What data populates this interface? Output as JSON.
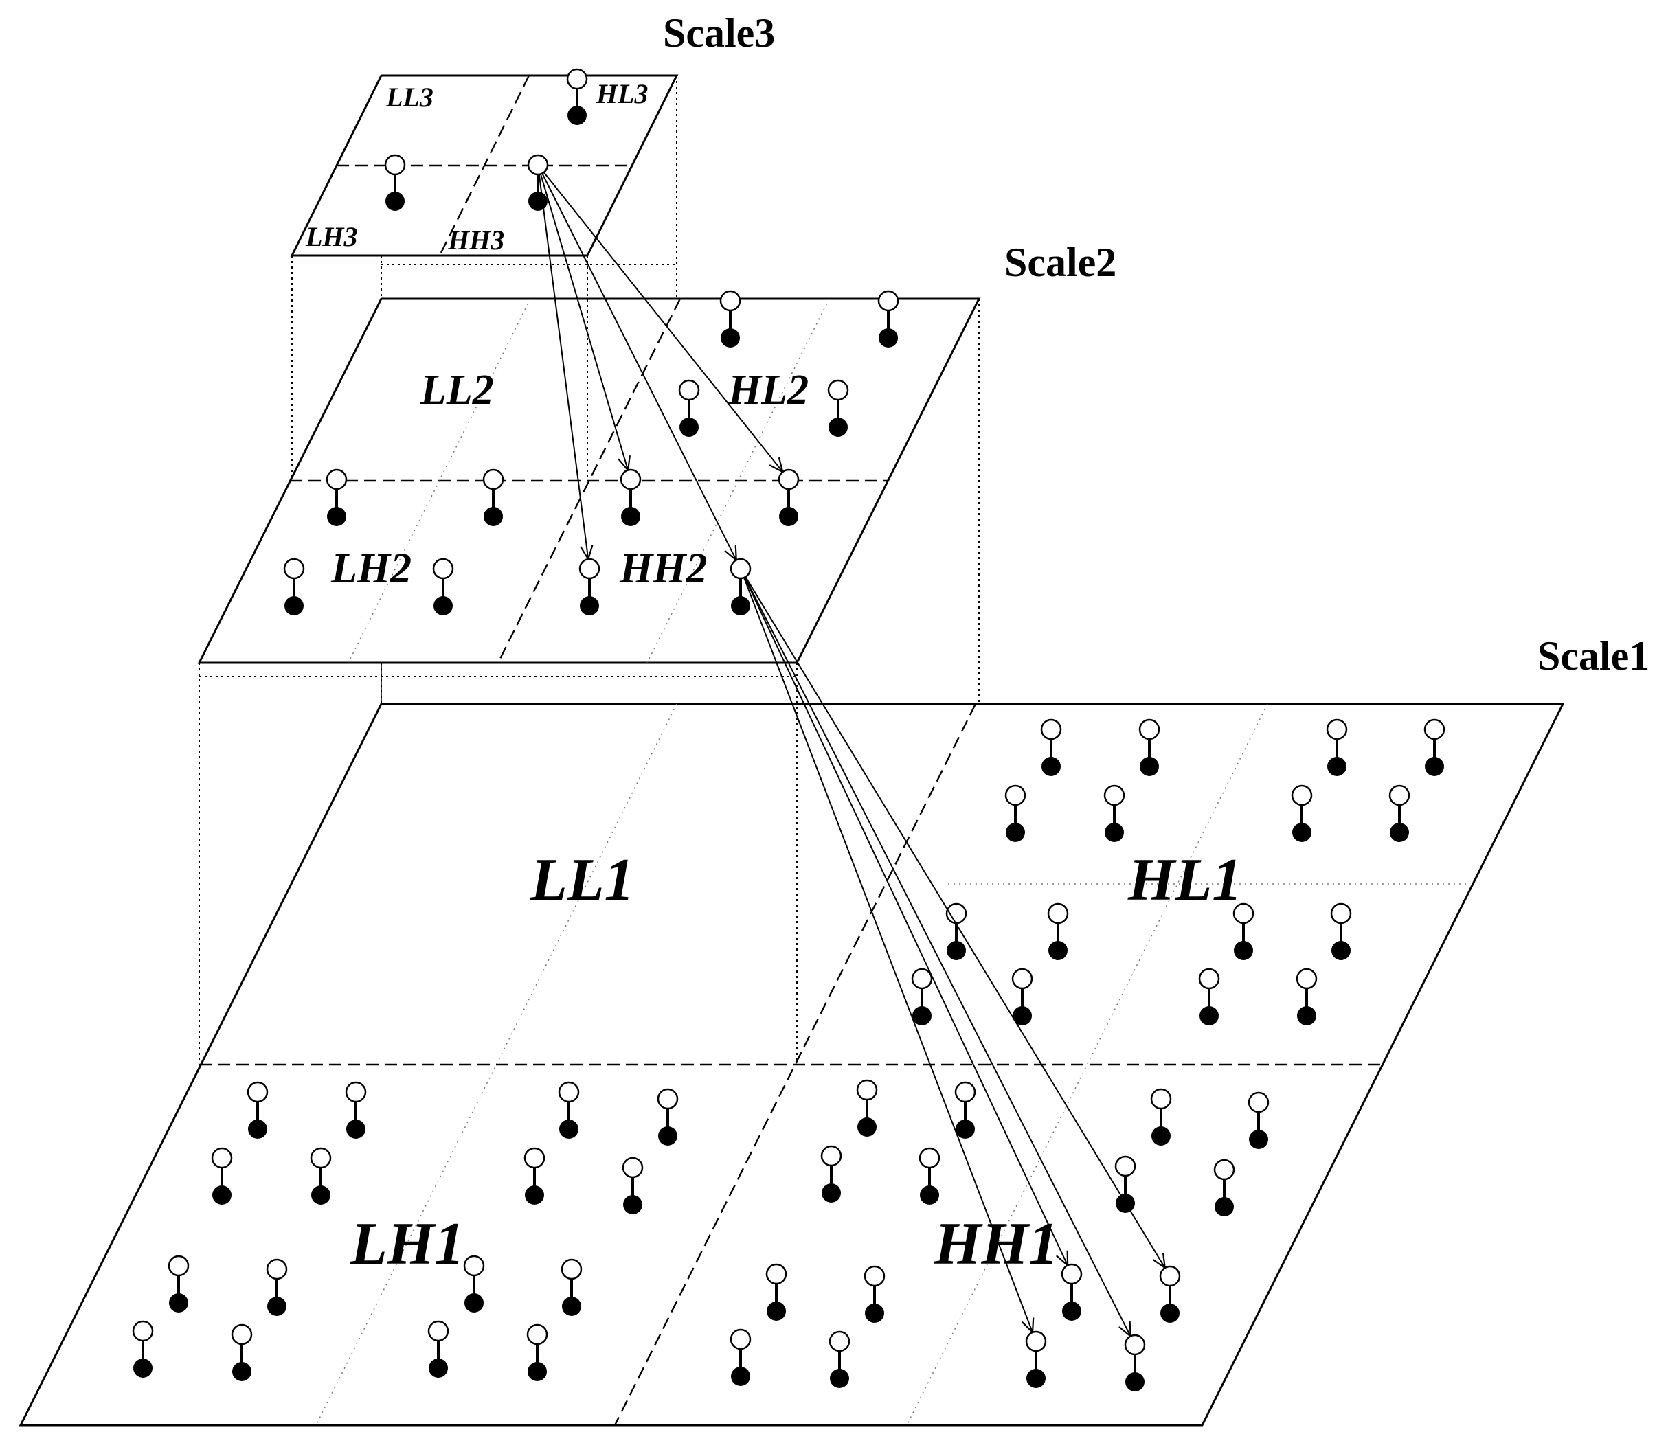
{
  "scales": {
    "scale3": "Scale3",
    "scale2": "Scale2",
    "scale1": "Scale1"
  },
  "bands": {
    "ll3": "LL3",
    "hl3": "HL3",
    "lh3": "LH3",
    "hh3": "HH3",
    "ll2": "LL2",
    "hl2": "HL2",
    "lh2": "LH2",
    "hh2": "HH2",
    "ll1": "LL1",
    "hl1": "HL1",
    "lh1": "LH1",
    "hh1": "HH1"
  }
}
